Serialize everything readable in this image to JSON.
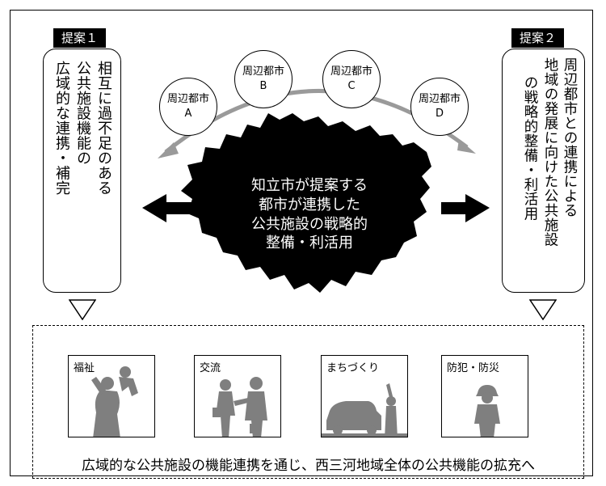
{
  "proposals": [
    {
      "tag": "提案１",
      "lines": [
        "相互に過不足のある",
        "公共施設機能の",
        "広域的な連携・補完"
      ]
    },
    {
      "tag": "提案２",
      "lines": [
        "周辺都市との連携による",
        "地域の発展に向けた公共施設",
        "の戦略的整備・利活用"
      ]
    }
  ],
  "cities": [
    {
      "name": "周辺都市",
      "letter": "A"
    },
    {
      "name": "周辺都市",
      "letter": "B"
    },
    {
      "name": "周辺都市",
      "letter": "C"
    },
    {
      "name": "周辺都市",
      "letter": "D"
    }
  ],
  "center": {
    "lines": [
      "知立市が提案する",
      "都市が連携した",
      "公共施設の戦略的",
      "整備・利活用"
    ]
  },
  "categories": [
    {
      "label": "福祉",
      "icon": "mother-child-silhouette"
    },
    {
      "label": "交流",
      "icon": "people-meeting-silhouette"
    },
    {
      "label": "まちづくり",
      "icon": "town-car-silhouette"
    },
    {
      "label": "防犯・防災",
      "icon": "firefighter-silhouette"
    }
  ],
  "caption": "広域的な公共施設の機能連携を通じ、西三河地域全体の公共機能の拡充へ",
  "colors": {
    "silhouette": "#7f7f7f",
    "arc": "#9a9a9a",
    "map": "#000000"
  }
}
